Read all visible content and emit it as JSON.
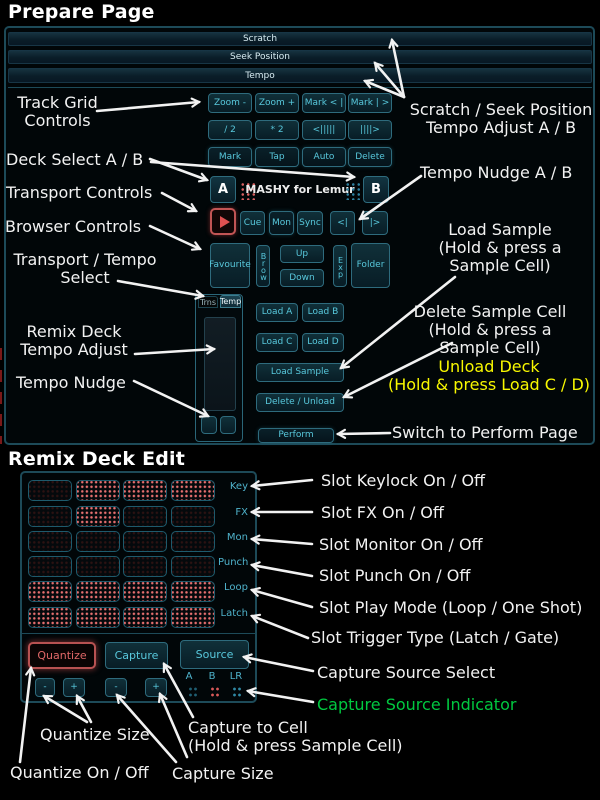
{
  "titles": {
    "prepare": "Prepare Page",
    "remix": "Remix Deck Edit"
  },
  "prepare": {
    "bars": [
      "Scratch",
      "Seek Position",
      "Tempo"
    ],
    "grid": [
      "Zoom -",
      "Zoom +",
      "Mark < |",
      "Mark | >",
      "/ 2",
      "* 2",
      "<|||||",
      "||||>",
      "Mark",
      "Tap",
      "Auto",
      "Delete"
    ],
    "deck_a": "A",
    "deck_b": "B",
    "brand": "MASHY for Lemur",
    "transport": [
      "Cue",
      "Mon",
      "Sync",
      "<|",
      "|>"
    ],
    "browser": {
      "favourite": "Favourite",
      "brow": "Brow",
      "up": "Up",
      "down": "Down",
      "exp": "Exp",
      "folder": "Folder"
    },
    "tabs": {
      "trns": "Trns",
      "temp": "Temp"
    },
    "load": [
      "Load A",
      "Load B",
      "Load C",
      "Load D"
    ],
    "load_sample": "Load Sample",
    "delete_unload": "Delete / Unload",
    "perform": "Perform"
  },
  "remix": {
    "row_labels": [
      "Key",
      "FX",
      "Mon",
      "Punch",
      "Loop",
      "Latch"
    ],
    "cells_on": [
      [
        false,
        true,
        true,
        true
      ],
      [
        false,
        true,
        false,
        false
      ],
      [
        false,
        false,
        false,
        false
      ],
      [
        false,
        false,
        false,
        false
      ],
      [
        true,
        true,
        true,
        true
      ],
      [
        true,
        true,
        true,
        true
      ]
    ],
    "quantize": "Quantize",
    "capture": "Capture",
    "source": "Source",
    "minus": "-",
    "plus": "+",
    "indicators": [
      "A",
      "B",
      "LR"
    ]
  },
  "annotations": {
    "track_grid": "Track Grid\nControls",
    "deck_select": "Deck Select A / B",
    "transport": "Transport Controls",
    "browser": "Browser Controls",
    "transport_tempo": "Transport / Tempo\nSelect",
    "remix_tempo": "Remix Deck\nTempo Adjust",
    "tempo_nudge": "Tempo Nudge",
    "scratch_seek": "Scratch / Seek Position\nTempo Adjust A / B",
    "tempo_nudge_ab": "Tempo Nudge A / B",
    "load_sample": "Load Sample\n(Hold & press a\nSample Cell)",
    "delete_cell": "Delete Sample Cell\n(Hold & press a\nSample Cell)",
    "unload_deck": "Unload Deck\n(Hold & press Load C / D)",
    "switch_perform": "Switch to Perform Page",
    "keylock": "Slot Keylock On / Off",
    "fx": "Slot FX On / Off",
    "monitor": "Slot Monitor On / Off",
    "punch": "Slot Punch On / Off",
    "play_mode": "Slot Play Mode (Loop / One Shot)",
    "trigger_type": "Slot Trigger Type (Latch / Gate)",
    "capture_source": "Capture Source Select",
    "capture_indicator": "Capture Source Indicator",
    "quantize_size": "Quantize Size",
    "capture_to_cell": "Capture to Cell\n(Hold & press Sample Cell)",
    "quantize_onoff": "Quantize On / Off",
    "capture_size": "Capture Size"
  },
  "colors": {
    "accent_teal": "#58c8dc",
    "accent_red": "#e05050",
    "annotation_yellow": "#f8f800",
    "annotation_green": "#00c840",
    "dot_on": "#e87070",
    "panel_border": "#1d4a58"
  }
}
